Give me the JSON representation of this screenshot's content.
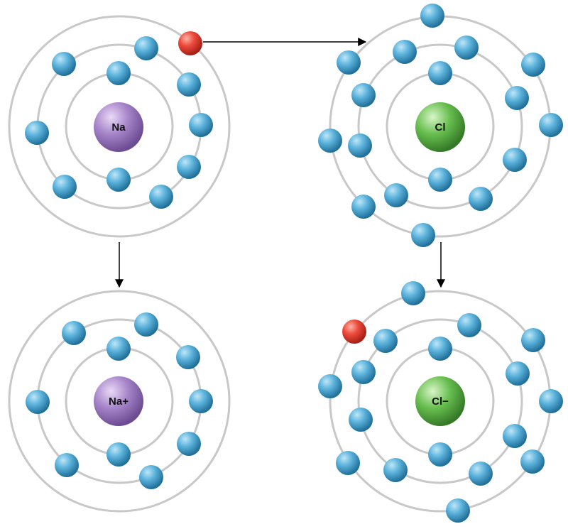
{
  "atoms": [
    {
      "id": "na",
      "label": "Na"
    },
    {
      "id": "cl",
      "label": "Cl"
    },
    {
      "id": "na-ion",
      "label": "Na+"
    },
    {
      "id": "cl-ion",
      "label": "Cl−"
    }
  ],
  "colors": {
    "electron": "#4aa3cf",
    "transferred_electron": "#e2463a",
    "sodium_nucleus": "#9b77bf",
    "chlorine_nucleus": "#5fb548",
    "shell": "#c8c8c8",
    "arrow": "#000000"
  }
}
